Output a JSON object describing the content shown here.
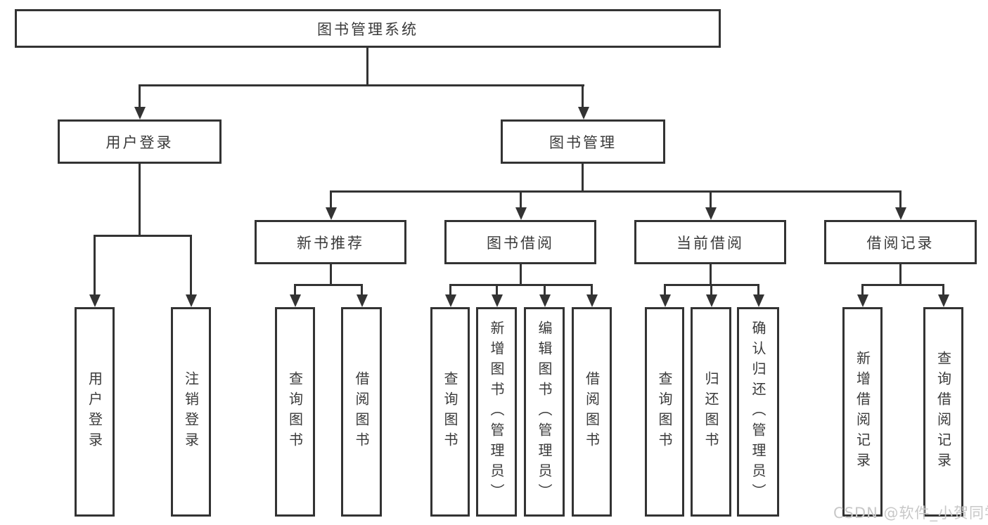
{
  "tree": {
    "root": {
      "label": "图书管理系统",
      "children": [
        {
          "label": "用户登录",
          "children": [
            {
              "label": "用户登录"
            },
            {
              "label": "注销登录"
            }
          ]
        },
        {
          "label": "图书管理",
          "children": [
            {
              "label": "新书推荐",
              "children": [
                {
                  "label": "查询图书"
                },
                {
                  "label": "借阅图书"
                }
              ]
            },
            {
              "label": "图书借阅",
              "children": [
                {
                  "label": "查询图书"
                },
                {
                  "label": "新增图书（管理员）"
                },
                {
                  "label": "编辑图书（管理员）"
                },
                {
                  "label": "借阅图书"
                }
              ]
            },
            {
              "label": "当前借阅",
              "children": [
                {
                  "label": "查询图书"
                },
                {
                  "label": "归还图书"
                },
                {
                  "label": "确认归还（管理员）"
                }
              ]
            },
            {
              "label": "借阅记录",
              "children": [
                {
                  "label": "新增借阅记录"
                },
                {
                  "label": "查询借阅记录"
                }
              ]
            }
          ]
        }
      ]
    }
  },
  "watermark": {
    "text": "CSDN @软件_小贺同学"
  },
  "colors": {
    "line": "#333333",
    "text": "#3a3a3a",
    "watermark": "#c8c8c8",
    "background": "#ffffff"
  }
}
